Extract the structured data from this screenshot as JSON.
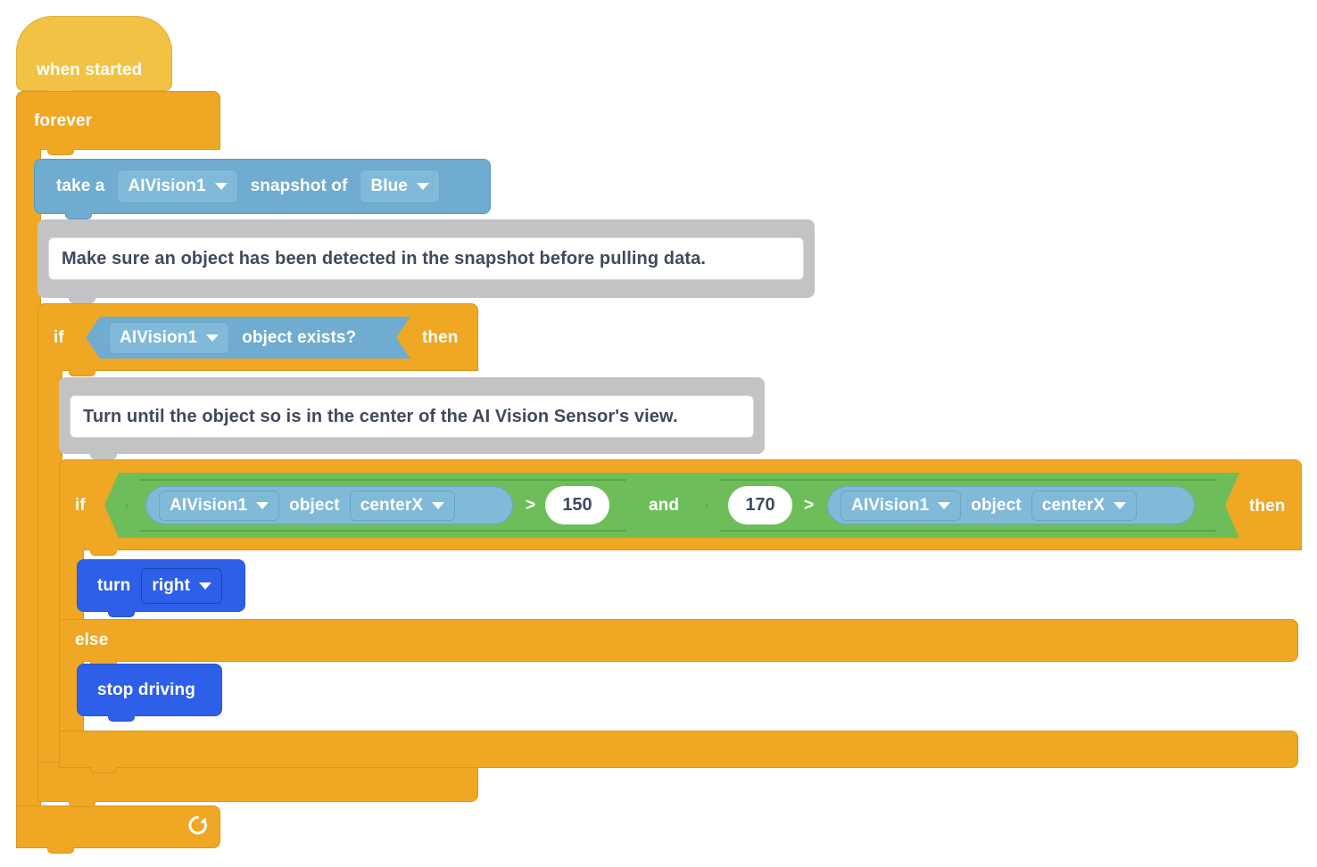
{
  "program": {
    "title": "VEXcode AI Vision blocks workspace",
    "blocks": {
      "when_started": "when started",
      "forever": "forever",
      "take_a": "take a",
      "snapshot_of": "snapshot of",
      "if": "if",
      "then": "then",
      "else": "else",
      "object_exists": "object exists?",
      "object": "object",
      "and": "and",
      "gt": ">",
      "turn": "turn",
      "stop_driving": "stop driving"
    },
    "dropdowns": {
      "vision_device_1": "AIVision1",
      "snapshot_color": "Blue",
      "vision_device_2": "AIVision1",
      "vision_device_3": "AIVision1",
      "vision_device_4": "AIVision1",
      "property_1": "centerX",
      "property_2": "centerX",
      "turn_direction": "right"
    },
    "values": {
      "threshold_low": "150",
      "threshold_high": "170"
    },
    "comments": [
      "Make sure an object has been detected in the snapshot before pulling data.",
      "Turn until the object so is in the center of the AI Vision Sensor's view."
    ],
    "icons": {
      "caret": "chevron-down-icon",
      "loop": "loop-arrow-icon"
    },
    "colors": {
      "hat": "#F2C244",
      "control": "#EFA724",
      "sensing": "#6FACCF",
      "operator": "#6DBE5A",
      "motion": "#2E5FE8",
      "comment": "#C3C3C6",
      "text_dark": "#41495F"
    }
  }
}
